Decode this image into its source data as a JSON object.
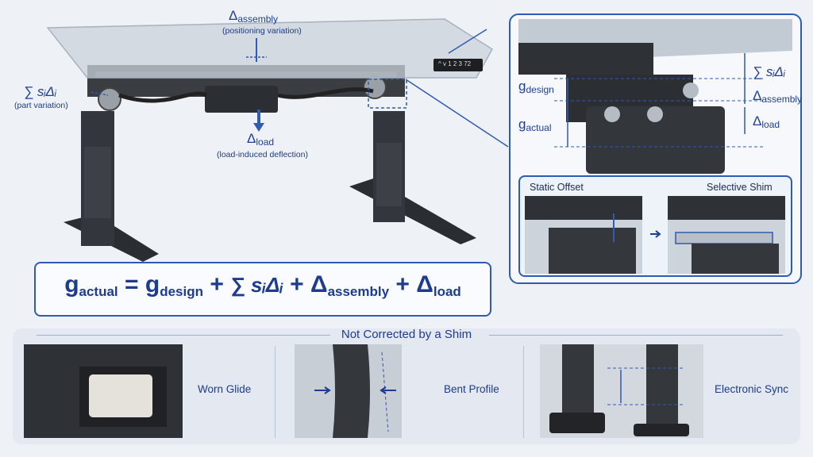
{
  "desk": {
    "delta_assembly": {
      "symbol": "Δ",
      "sub": "assembly",
      "note": "(positioning variation)"
    },
    "part_variation": {
      "symbol": "∑ sᵢΔᵢ",
      "note": "(part variation)"
    },
    "delta_load": {
      "symbol": "Δ",
      "sub": "load",
      "note": "(load-induced deflection)"
    },
    "keypad_text": "^ v 1 2 3 72"
  },
  "zoom": {
    "g_design": {
      "g": "g",
      "sub": "design"
    },
    "g_actual": {
      "g": "g",
      "sub": "actual"
    },
    "sum": "∑ sᵢΔᵢ",
    "d_assembly": {
      "symbol": "Δ",
      "sub": "assembly"
    },
    "d_load": {
      "symbol": "Δ",
      "sub": "load"
    }
  },
  "shim_panel": {
    "static_offset": "Static Offset",
    "selective_shim": "Selective Shim"
  },
  "formula": {
    "g": "g",
    "actual_sub": "actual",
    "eq": "=",
    "design_sub": "design",
    "plus": "+",
    "sum": "∑ sᵢΔᵢ",
    "delta": "Δ",
    "assembly_sub": "assembly",
    "load_sub": "load"
  },
  "bottom": {
    "title": "Not Corrected by a Shim",
    "items": [
      {
        "label": "Worn Glide"
      },
      {
        "label": "Bent Profile"
      },
      {
        "label": "Electronic Sync"
      }
    ]
  },
  "colors": {
    "accent": "#2f5bb0",
    "text": "#1d3b8f",
    "metal": "#2b2e33"
  }
}
